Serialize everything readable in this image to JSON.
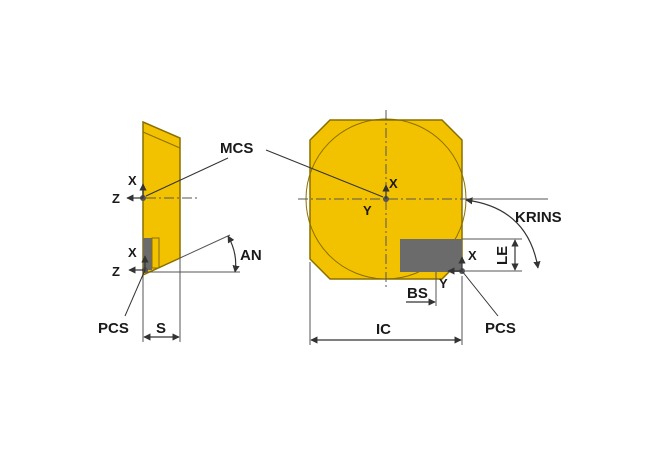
{
  "colors": {
    "insert_fill": "#f2c200",
    "insert_edge": "#8a6f00",
    "seat_fill": "#6b6b6b",
    "line": "#333333",
    "dim_line": "#555555",
    "background": "#ffffff"
  },
  "labels": {
    "mcs": "MCS",
    "an": "AN",
    "krins": "KRINS",
    "le": "LE",
    "bs": "BS",
    "s": "S",
    "ic": "IC",
    "pcs_left": "PCS",
    "pcs_right": "PCS"
  },
  "axes": {
    "side_top_x": "X",
    "side_top_z": "Z",
    "side_bottom_x": "X",
    "side_bottom_z": "Z",
    "top_center_x": "X",
    "top_center_y": "Y",
    "top_corner_x": "X",
    "top_corner_y": "Y"
  }
}
